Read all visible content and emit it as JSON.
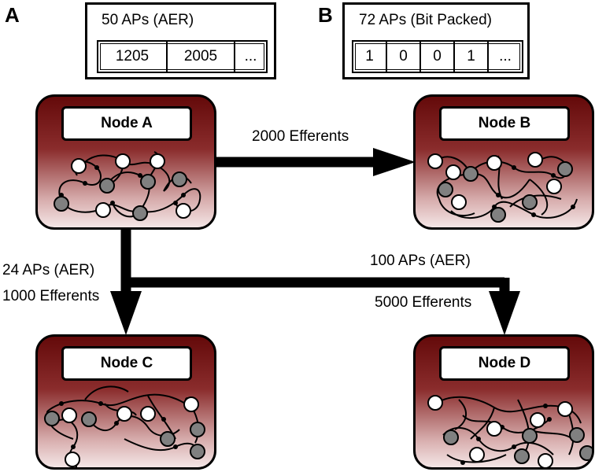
{
  "panels": {
    "a": "A",
    "b": "B"
  },
  "packet_a": {
    "title": "50 APs (AER)",
    "cells": [
      "1205",
      "2005",
      "..."
    ]
  },
  "packet_b": {
    "title": "72 APs (Bit Packed)",
    "cells": [
      "1",
      "0",
      "0",
      "1",
      "..."
    ]
  },
  "nodes": {
    "a": "Node A",
    "b": "Node B",
    "c": "Node C",
    "d": "Node D"
  },
  "edges": {
    "a_to_b": "2000 Efferents",
    "a_to_c_aps": "24 APs (AER)",
    "a_to_c_eff": "1000 Efferents",
    "a_to_d_aps": "100 APs (AER)",
    "a_to_d_eff": "5000 Efferents"
  },
  "colors": {
    "node_top": "#640a0a",
    "node_bottom": "#f4e6e6",
    "neuron_excitatory": "#ffffff",
    "neuron_inhibitory": "#808080"
  }
}
